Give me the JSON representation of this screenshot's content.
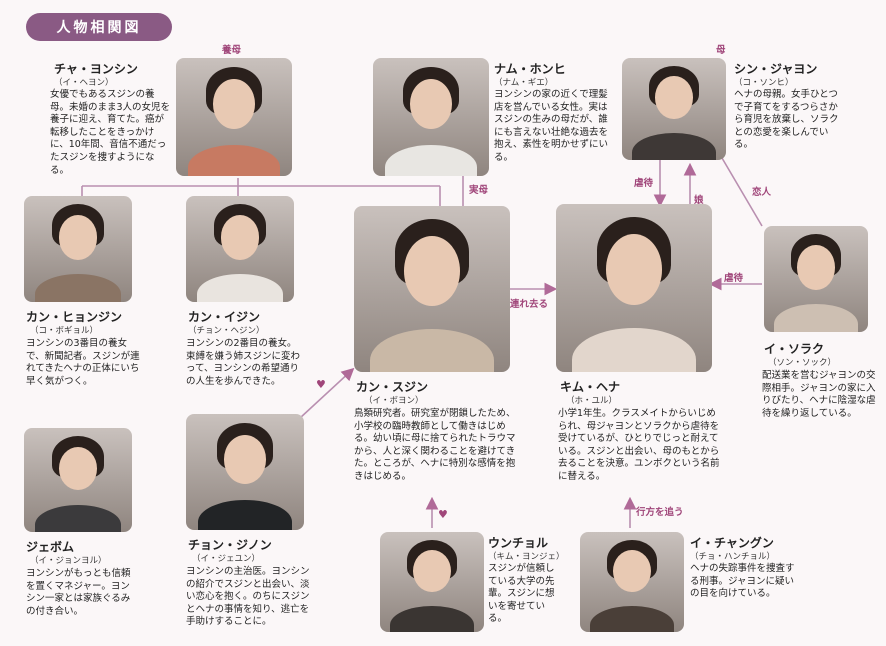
{
  "title": "人物相関図",
  "people": {
    "cha": {
      "name": "チャ・ヨンシン",
      "actor": "（イ・ヘヨン）",
      "desc": "女優でもあるスジンの養母。未婚のまま3人の女児を養子に迎え、育てた。癌が転移したことをきっかけに、10年間、音信不通だったスジンを捜すようになる。"
    },
    "nam": {
      "name": "ナム・ホンヒ",
      "actor": "（ナム・ギエ）",
      "desc": "ヨンシンの家の近くで理髪店を営んでいる女性。実はスジンの生みの母だが、誰にも言えない壮絶な過去を抱え、素性を明かせずにいる。"
    },
    "shin": {
      "name": "シン・ジャヨン",
      "actor": "（コ・ソンヒ）",
      "desc": "ヘナの母親。女手ひとつで子育てをするつらさから育児を放棄し、ソラクとの恋愛を楽しんでいる。"
    },
    "hyun": {
      "name": "カン・ヒョンジン",
      "actor": "（コ・ボギョル）",
      "desc": "ヨンシンの3番目の養女で、新聞記者。スジンが連れてきたヘナの正体にいち早く気がつく。"
    },
    "ijin": {
      "name": "カン・イジン",
      "actor": "（チョン・ヘジン）",
      "desc": "ヨンシンの2番目の養女。束縛を嫌う姉スジンに変わって、ヨンシンの希望通りの人生を歩んできた。"
    },
    "sujin": {
      "name": "カン・スジン",
      "actor": "（イ・ボヨン）",
      "desc": "鳥類研究者。研究室が閉鎖したため、小学校の臨時教師として働きはじめる。幼い頃に母に捨てられたトラウマから、人と深く関わることを避けてきた。ところが、ヘナに特別な感情を抱きはじめる。"
    },
    "hena": {
      "name": "キム・ヘナ",
      "actor": "（ホ・ユル）",
      "desc": "小学1年生。クラスメイトからいじめられ、母ジャヨンとソラクから虐待を受けているが、ひとりでじっと耐えている。スジンと出会い、母のもとから去ることを決意。ユンボクという名前に替える。"
    },
    "sorak": {
      "name": "イ・ソラク",
      "actor": "（ソン・ソック）",
      "desc": "配送業を営むジャヨンの交際相手。ジャヨンの家に入りびたり、ヘナに陰湿な虐待を繰り返している。"
    },
    "jebom": {
      "name": "ジェボム",
      "actor": "（イ・ジョンヨル）",
      "desc": "ヨンシンがもっとも信頼を置くマネジャー。ヨンシン一家とは家族ぐるみの付き合い。"
    },
    "jinon": {
      "name": "チョン・ジノン",
      "actor": "（イ・ジェユン）",
      "desc": "ヨンシンの主治医。ヨンシンの紹介でスジンと出会い、淡い恋心を抱く。のちにスジンとヘナの事情を知り、逃亡を手助けすることに。"
    },
    "uncho": {
      "name": "ウンチョル",
      "actor": "（キム・ヨンジェ）",
      "desc": "スジンが信頼している大学の先輩。スジンに想いを寄せている。"
    },
    "chang": {
      "name": "イ・チャングン",
      "actor": "（チョ・ハンチョル）",
      "desc": "ヘナの失踪事件を捜査する刑事。ジャヨンに疑いの目を向けている。"
    }
  },
  "relations": {
    "yobo": "養母",
    "haha": "母",
    "jitsubo": "実母",
    "gyakutai1": "虐待",
    "musume": "娘",
    "koibito": "恋人",
    "tsuresaru": "連れ去る",
    "gyakutai2": "虐待",
    "yukue": "行方を追う",
    "heart": "♥"
  }
}
